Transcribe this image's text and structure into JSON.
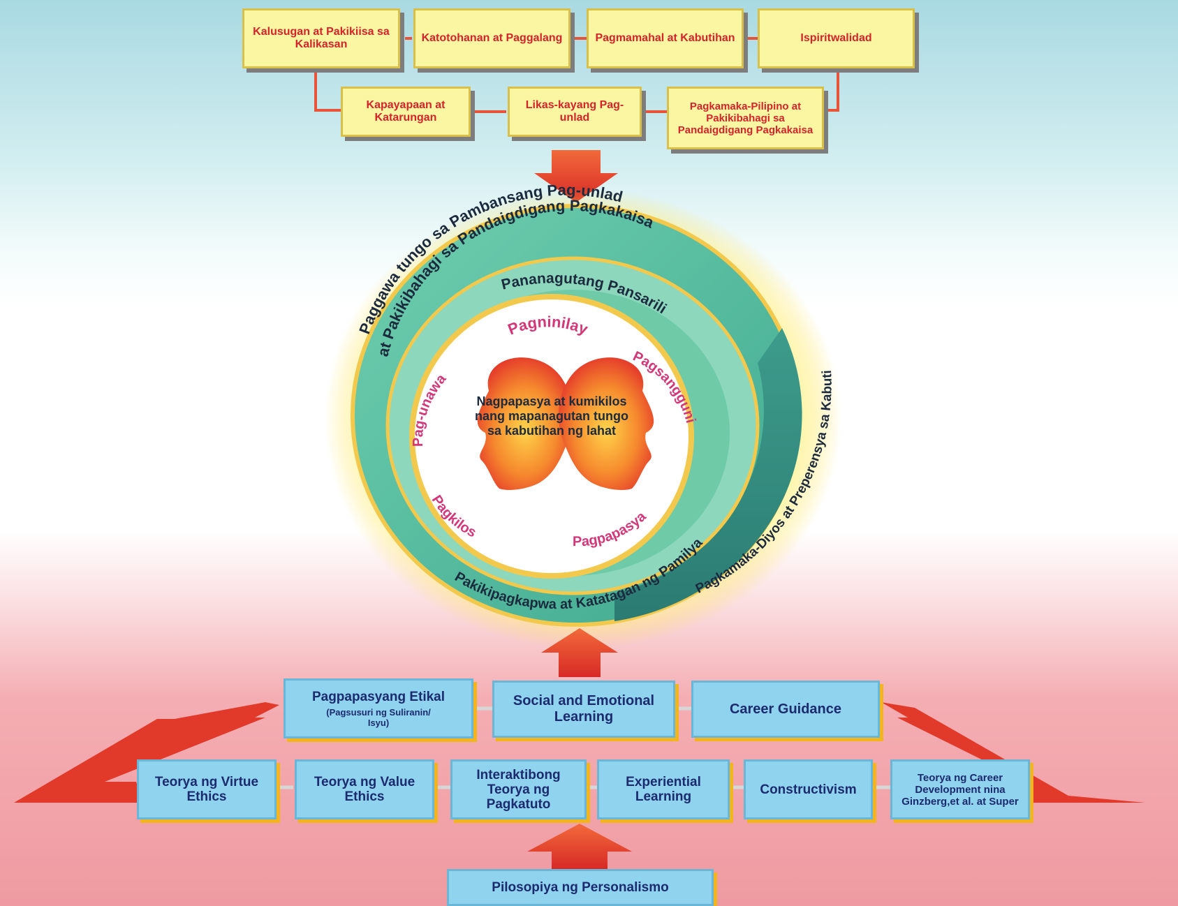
{
  "core_values": {
    "row1": [
      "Kalusugan at Pakikiisa sa Kalikasan",
      "Katotohanan at Paggalang",
      "Pagmamahal at Kabutihan",
      "Ispiritwalidad"
    ],
    "row2": [
      "Kapayapaan at Katarungan",
      "Likas-kayang Pag-unlad",
      "Pagkamaka-Pilipino at Pakikibahagi sa Pandaigdigang Pagkakaisa"
    ]
  },
  "spiral": {
    "outer_line1": "Paggawa tungo sa Pambansang Pag-unlad",
    "outer_line2": "at Pakikibahagi sa Pandaigdigang Pagkakaisa",
    "middle": "Pananagutang Pansarili",
    "right_band": "Pagkamaka-Diyos at Preperensya sa Kabutihan",
    "bottom_band": "Pagkamaka-Diyos at Preperensya sa Kabutihan",
    "family_band": "Pakikipagkapwa at Katatagan ng Pamilya"
  },
  "inner_circle": {
    "top": "Pagninilay",
    "left": "Pag-unawa",
    "right": "Pagsangguni",
    "bottom_left": "Pagkilos",
    "bottom_right": "Pagpapasya",
    "center_text": "Nagpapasya at kumikilos nang mapanagutan tungo sa kabutihan ng lahat"
  },
  "approaches": {
    "ethical_title": "Pagpapasyang Etikal",
    "ethical_sub": "(Pagsusuri ng Suliranin/ Isyu)",
    "sel": "Social and Emotional Learning",
    "career": "Career Guidance"
  },
  "theories": [
    "Teorya ng Virtue Ethics",
    "Teorya ng Value Ethics",
    "Interaktibong Teorya ng Pagkatuto",
    "Experiential Learning",
    "Constructivism",
    "Teorya ng Career Development nina Ginzberg,et al. at Super"
  ],
  "foundation": "Pilosopiya ng Personalismo",
  "colors": {
    "arrow_red": "#e23a2a",
    "teal": "#5fc2a4",
    "yellow_box": "#fbf6a2",
    "blue_box": "#8fd3ee",
    "red_text": "#d6222a",
    "pink_text": "#d43778",
    "navy_text": "#1c2a6e"
  }
}
